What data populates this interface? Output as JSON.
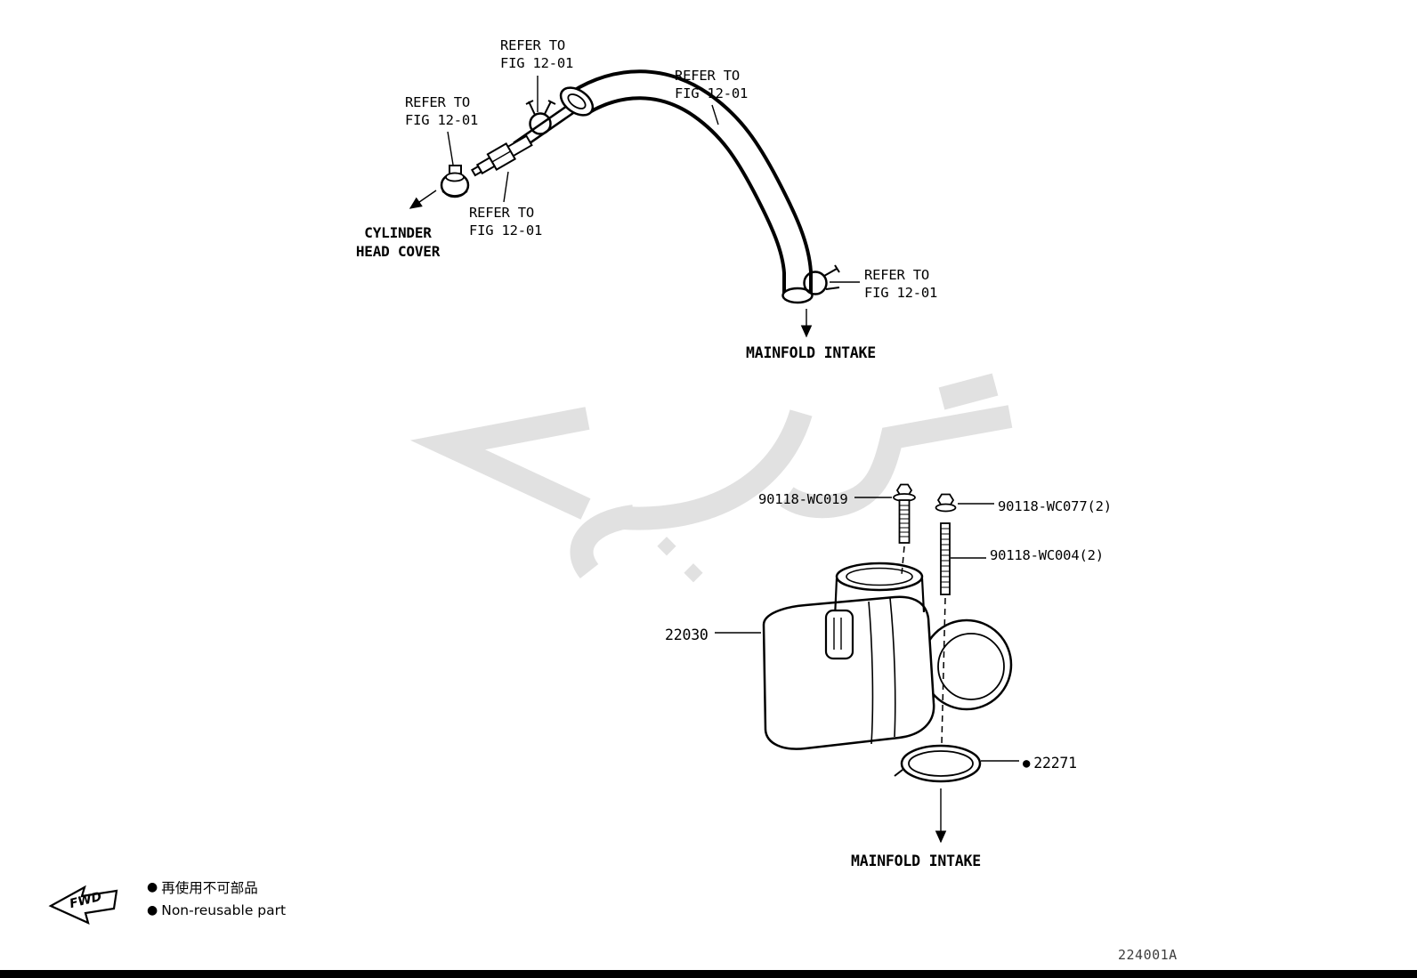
{
  "page": {
    "doc_number": "224001A",
    "bullet": "●"
  },
  "top_diagram": {
    "refer_clamp_top": "REFER TO\nFIG 12-01",
    "refer_grommet": "REFER TO\nFIG 12-01",
    "refer_hose": "REFER TO\nFIG 12-01",
    "refer_valve": "REFER TO\nFIG 12-01",
    "refer_clamp_right": "REFER TO\nFIG 12-01",
    "cylinder_head_cover": "CYLINDER\nHEAD COVER",
    "mainfold_intake_label": "MAINFOLD INTAKE"
  },
  "lower_diagram": {
    "part_bolt": "90118-WC019",
    "part_nut": "90118-WC077(2)",
    "part_stud": "90118-WC004(2)",
    "part_chamber": "22030",
    "part_gasket": "22271",
    "mainfold_intake_label": "MAINFOLD INTAKE"
  },
  "legend": {
    "fwd_label": "FWD",
    "non_reusable_jp": "再使用不可部品",
    "non_reusable_en": "Non-reusable part"
  }
}
